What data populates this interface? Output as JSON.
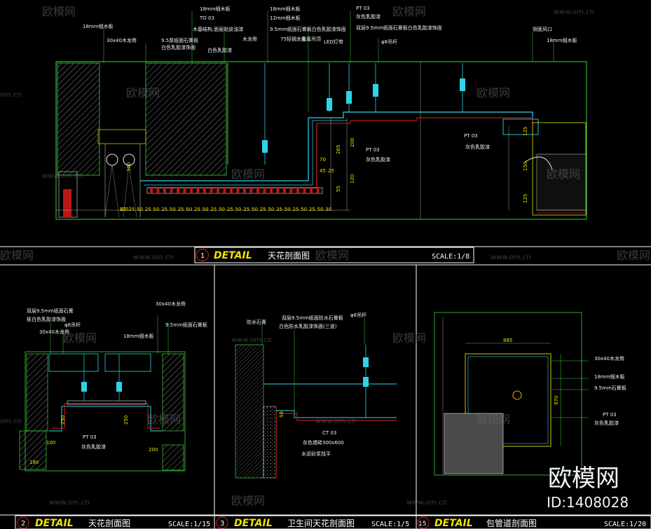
{
  "watermarks": {
    "brand": "欧模网",
    "site": "www.om.cn",
    "domain": "om.cn",
    "id_label": "ID:1408028"
  },
  "details": [
    {
      "number": "1",
      "keyword": "DETAIL",
      "title": "天花剖面图",
      "scale": "SCALE:1/8"
    },
    {
      "number": "2",
      "keyword": "DETAIL",
      "title": "天花剖面图",
      "scale": "SCALE:1/15"
    },
    {
      "number": "3",
      "keyword": "DETAIL",
      "title": "卫生间天花剖面图",
      "scale": "SCALE:1/5"
    },
    {
      "number": "15",
      "keyword": "DETAIL",
      "title": "包管道剖面图",
      "scale": "SCALE:1/20"
    }
  ],
  "detail1": {
    "labels": [
      "18mm细木板",
      "9.5厚纸面石膏板",
      "白色乳胶漆饰面",
      "30x40木龙骨",
      "18mm细木板",
      "TO  03",
      "木基结构,面层贴皮油漆",
      "白色乳胶漆",
      "18mm细木板",
      "12mm细木板",
      "9.5mm纸面石膏板白色乳胶漆饰面",
      "金属吊顶",
      "木龙骨",
      "75轻钢龙骨",
      "PT  03",
      "灰色乳胶漆",
      "双层9.5mm纸面石膏板白色乳胶漆饰面",
      "LED灯带",
      "φ8吊杆",
      "侧面风口",
      "18mm细木板",
      "PT  03",
      "灰色乳胶漆",
      "PT  03",
      "灰色乳胶漆"
    ],
    "dims_v": [
      "70",
      "265",
      "200",
      "45",
      "25",
      "55",
      "120",
      "150",
      "125",
      "125",
      "300"
    ],
    "dims_h": [
      "170",
      "40",
      "25",
      "50",
      "25",
      "50",
      "25",
      "50",
      "25",
      "50",
      "25",
      "50",
      "25",
      "50",
      "25",
      "50",
      "25",
      "50",
      "25",
      "50",
      "25",
      "50",
      "25",
      "50",
      "25",
      "50",
      "30"
    ]
  },
  "detail2": {
    "labels": [
      "双层9.5mm纸面石膏",
      "板白色乳胶漆饰面",
      "φ8吊杆",
      "30x40木龙骨",
      "18mm细木板",
      "9.5mm纸面石膏板",
      "30x40木龙骨",
      "PT  03",
      "灰色乳胶漆"
    ],
    "dims": [
      "250",
      "250",
      "100",
      "200",
      "180"
    ]
  },
  "detail3": {
    "labels": [
      "防水石膏",
      "双层9.5mm纸面防水石膏板",
      "白色防水乳胶漆饰面(三道)",
      "φ8吊杆",
      "CT  03",
      "灰色墙砖300x600",
      "水泥砂浆找平"
    ],
    "dims": [
      "50"
    ]
  },
  "detail15": {
    "labels": [
      "30x40木龙骨",
      "18mm细木板",
      "9.5mm石膏板",
      "PT  03",
      "灰色乳胶漆"
    ],
    "dims": [
      "885",
      "970"
    ]
  }
}
